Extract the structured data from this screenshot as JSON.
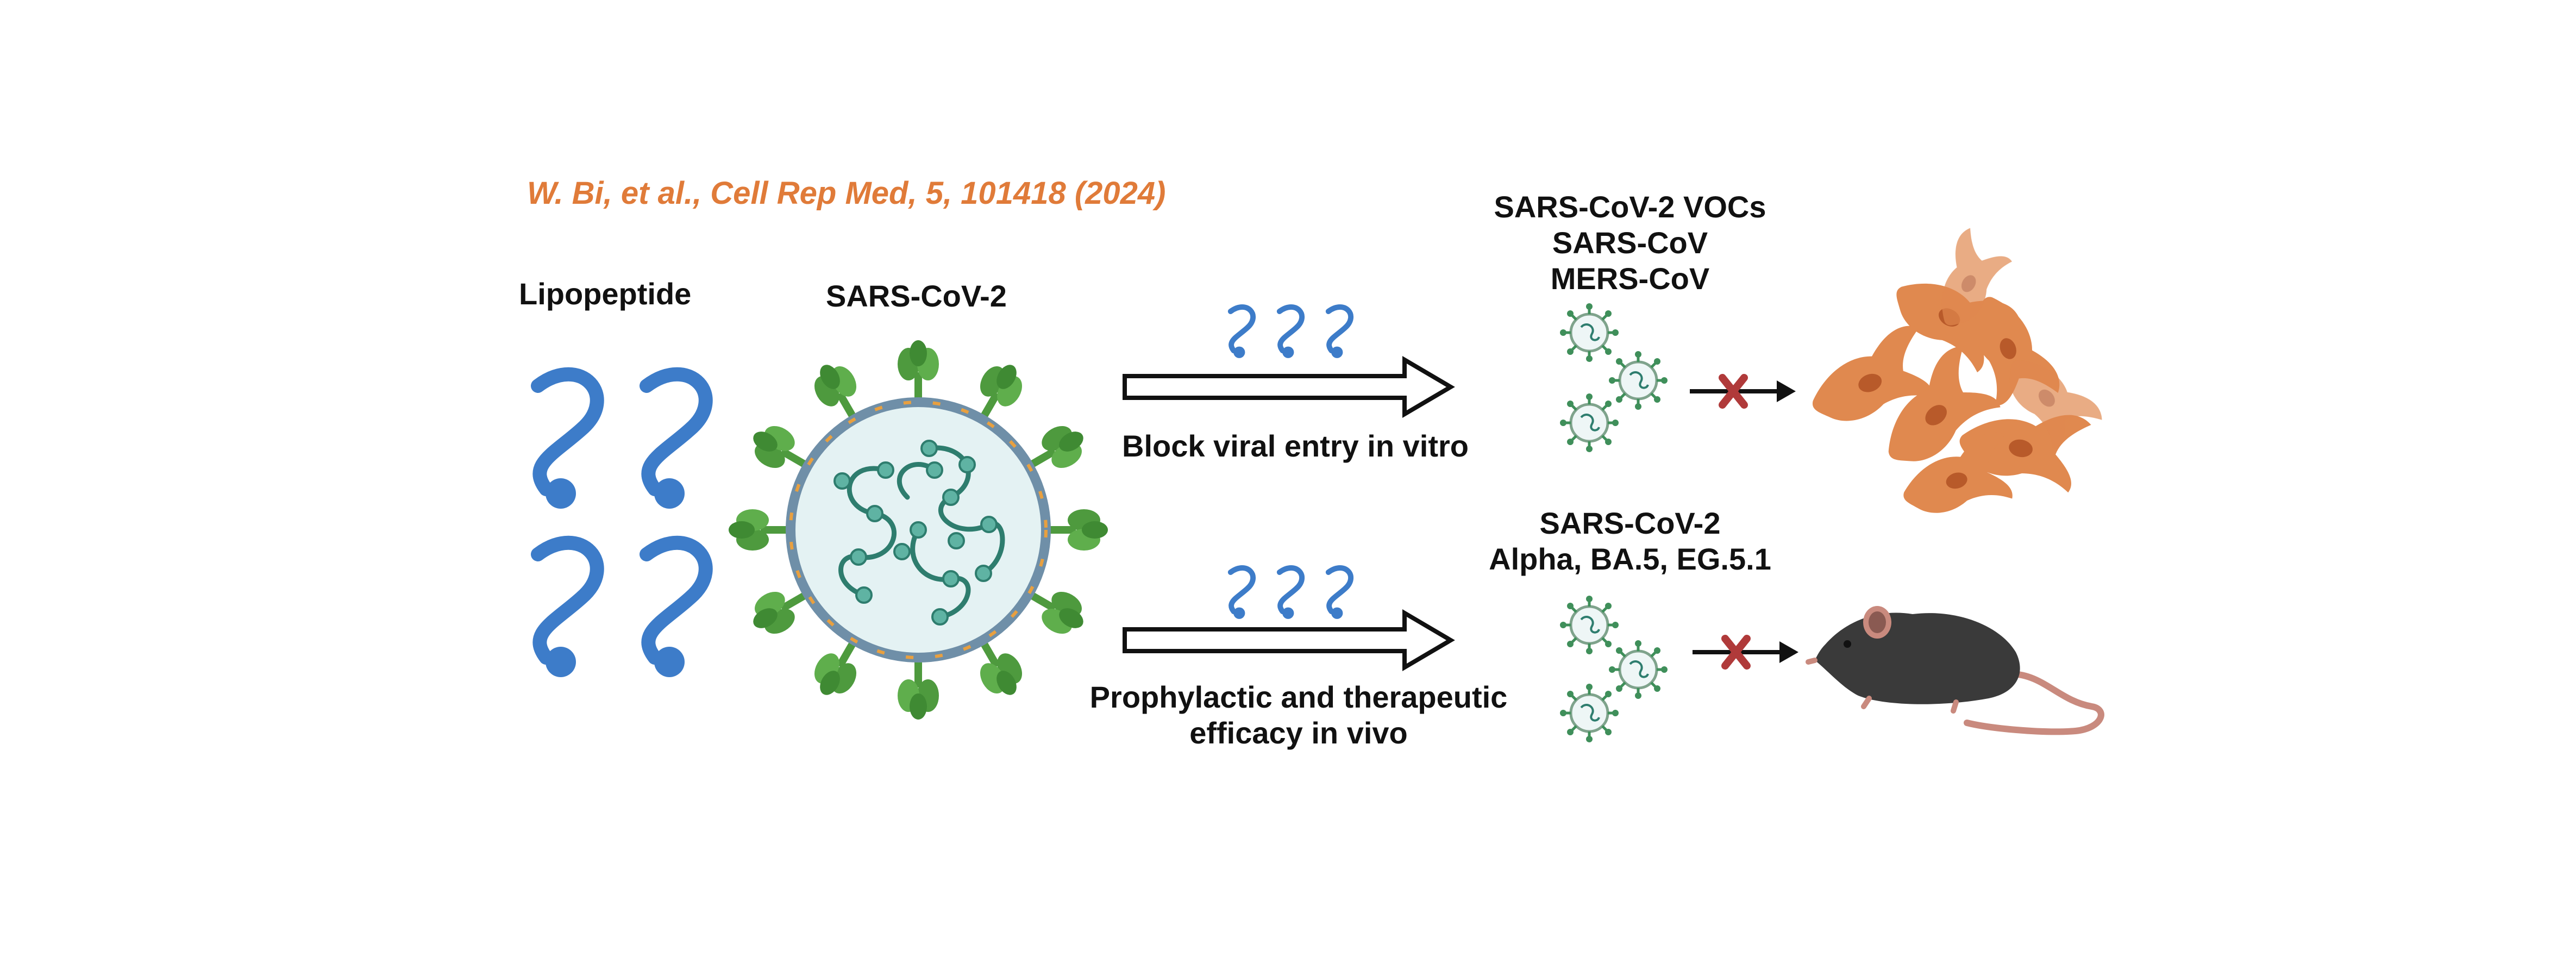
{
  "citation": "W. Bi, et al., Cell Rep Med, 5, 101418 (2024)",
  "labels": {
    "lipopeptide": "Lipopeptide",
    "virus": "SARS-CoV-2"
  },
  "in_vitro": {
    "caption": "Block viral entry in vitro",
    "targets": [
      "SARS-CoV-2 VOCs",
      "SARS-CoV",
      "MERS-CoV"
    ]
  },
  "in_vivo": {
    "caption_line1": "Prophylactic and therapeutic",
    "caption_line2": "efficacy in vivo",
    "targets": [
      "SARS-CoV-2",
      "Alpha, BA.5, EG.5.1"
    ]
  },
  "colors": {
    "citation": "#E07B39",
    "lipopeptide": "#3D7CC9",
    "virus_spike": "#4E9A3E",
    "virus_membrane": "#6F8FA8",
    "virus_interior": "#E4F2F3",
    "rna": "#2E7D6E",
    "block_x": "#B03A3A",
    "cells": "#E0894F",
    "mouse": "#3A3A3A"
  },
  "icons": [
    "lipopeptide-icon",
    "coronavirus-icon",
    "cell-icon",
    "mouse-icon",
    "block-x-icon"
  ]
}
